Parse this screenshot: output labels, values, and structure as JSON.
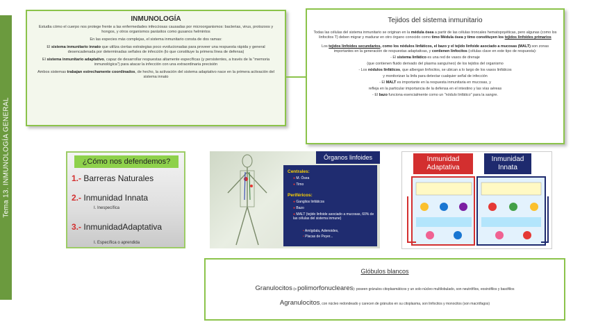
{
  "sidebar": {
    "label": "Tema 13. INMUNOLOGÍA GENERAL"
  },
  "inmunologia": {
    "title": "INMUNOLOGÍA",
    "p1": "Estudia cómo el cuerpo nos protege frente a las enfermedades infecciosas causadas por microorganismos: bacterias, virus, protozoos y hongos, y otros organismos parásitos como gusanos helmintos",
    "p2": "En las especies más complejas, el sistema inmunitario consta de dos ramas:",
    "p3_pre": "El ",
    "p3_bold": "sistema inmunitario innato",
    "p3_post": " que utiliza ciertas estrategias poco evolucionadas para proveer una respuesta rápida y general desencadenada por determinadas señales de infección (lo que constituye la primera línea de defensa)",
    "p4_pre": "El ",
    "p4_bold": "sistema inmunitario adaptativo",
    "p4_post": ", capaz de desarrollar respuestas altamente específicas (y persistentes, a través de la \"memoria inmunológica\") para atacar la infección con una extraordinaria precisión",
    "p5_pre": "Ambos sistemas ",
    "p5_bold": "trabajan estrechamente coordinados",
    "p5_post": ", de hecho, la activación del sistema adaptativo nace en la primera activación del sistema innato"
  },
  "tejidos": {
    "title": "Tejidos del sistema inmunitario",
    "p1_a": "Todas las células del sistema inmunitario se originan en la ",
    "p1_b": "médula ósea",
    "p1_c": " a partir de las células troncales hematopoyéticas, pero algunas (como los linfocitos T) deben migrar y madurar en otro órgano conocido como ",
    "p1_d": "timo",
    "p1_e": " Médula ósea y timo constituyen los ",
    "p1_f": "tejidos linfoides primarios",
    "p2_a": "Los ",
    "p2_b": "tejidos linfoides secundarios",
    "p2_c": ", como los nódulos linfáticos, el bazo y el tejido linfoide asociado a mucosas (MALT)",
    "p2_d": " son zonas importantes en la generación de respuestas adaptativas, y ",
    "p2_e": "contienen linfocitos",
    "p2_f": " (células clave en este tipo de respuesta):",
    "l1_a": "- El ",
    "l1_b": "sistema linfático",
    "l1_c": " es una red de vasos de drenaje",
    "l2": "(que contienen fluido derivado del plasma sanguíneo) de los tejidos del organismo",
    "l3_a": "- Los ",
    "l3_b": "nódulos linfáticos",
    "l3_c": ", que albergan linfocitos, se ubican a lo largo de los vasos linfáticos",
    "l4": "y monitorizan la linfa para detectar cualquier señal de infección",
    "l5_a": "- El ",
    "l5_b": "MALT",
    "l5_c": " es importante en la respuesta inmunitaria en mucosas, y",
    "l6": "refleja en la particular importancia de la defensa en el intestino y las vías aéreas",
    "l7_a": "- El ",
    "l7_b": "bazo",
    "l7_c": " funciona esencialmente como un \"nódulo linfático\" para la sangre."
  },
  "defensa": {
    "banner": "¿Cómo nos defendemos?",
    "items": [
      {
        "num": "1.-",
        "label": "Barreras Naturales"
      },
      {
        "num": "2.-",
        "label": "Inmunidad Innata"
      },
      {
        "num": "3.-",
        "label": "InmunidadAdaptativa"
      }
    ],
    "sub1": "I. Inespecífica",
    "sub2": "I. Específica o aprendida"
  },
  "organos": {
    "header": "Órganos linfoides",
    "centrales_label": "Centrales:",
    "centrales": [
      "M. Ósea",
      "Timo"
    ],
    "perifericos_label": "Periféricos:",
    "perifericos": [
      "Ganglios linfáticos",
      "Bazo",
      "MALT (tejido linfoide asociado a mucosas, 60% de las células del sistema inmune)"
    ],
    "extra": [
      "Amígdala, Adenoides,",
      "Placas de Peyer..."
    ]
  },
  "inmunidad": {
    "adaptativa": "Inmunidad Adaptativa",
    "innata": "Inmunidad Innata"
  },
  "globulos": {
    "title": "Glóbulos blancos",
    "g1_a": "Granulocitos",
    "g1_b": " (o ",
    "g1_c": "polimorfonucleares",
    "g1_d": "): poseen gránulos citoplasmáticos y un solo núcleo multilobulado, son neutrófilos, eosinófilos y basófilos",
    "g2_a": "Agranulocitos",
    "g2_b": ", con núcleo redondeado y carecen de gránulos en su citoplasma, son linfocitos y monocitos (son macrófagos)"
  }
}
